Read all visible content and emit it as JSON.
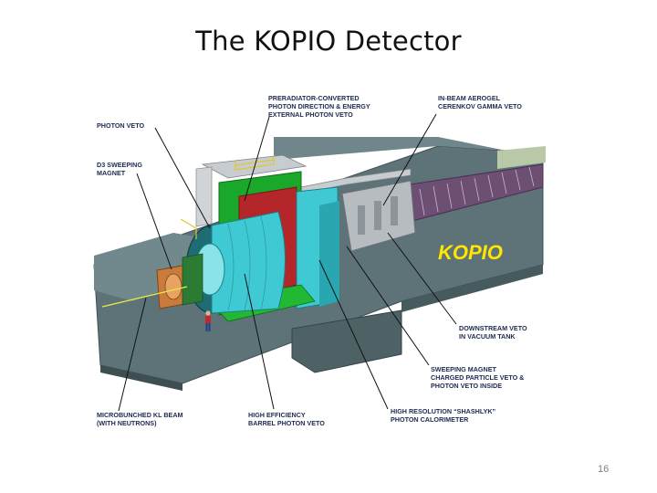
{
  "slide": {
    "title": "The KOPIO Detector",
    "page_number": "16"
  },
  "diagram": {
    "brand_logo": "KOPIO",
    "labels": {
      "photon_veto": "PHOTON VETO",
      "d3_sweeping_magnet": "D3 SWEEPING\nMAGNET",
      "preradiator": "PRERADIATOR-CONVERTED\nPHOTON DIRECTION & ENERGY\nEXTERNAL PHOTON VETO",
      "aerogel": "IN-BEAM AEROGEL\nCERENKOV GAMMA VETO",
      "downstream_veto": "DOWNSTREAM VETO\nIN VACUUM TANK",
      "sweeping_magnet": "SWEEPING MAGNET\nCHARGED PARTICLE VETO &\nPHOTON VETO INSIDE",
      "calorimeter": "HIGH RESOLUTION “SHASHLYK”\nPHOTON CALORIMETER",
      "barrel_veto": "HIGH EFFICIENCY\nBARREL PHOTON VETO",
      "beam": "MICROBUNCHED KL BEAM\n(WITH NEUTRONS)"
    },
    "colors": {
      "floor": "#5d7378",
      "wall": "#6f878b",
      "brand": "#ffe600",
      "green": "#1aa82a",
      "cyan": "#3fc9d2",
      "red": "#b5262b",
      "label": "#1d2b52"
    }
  }
}
